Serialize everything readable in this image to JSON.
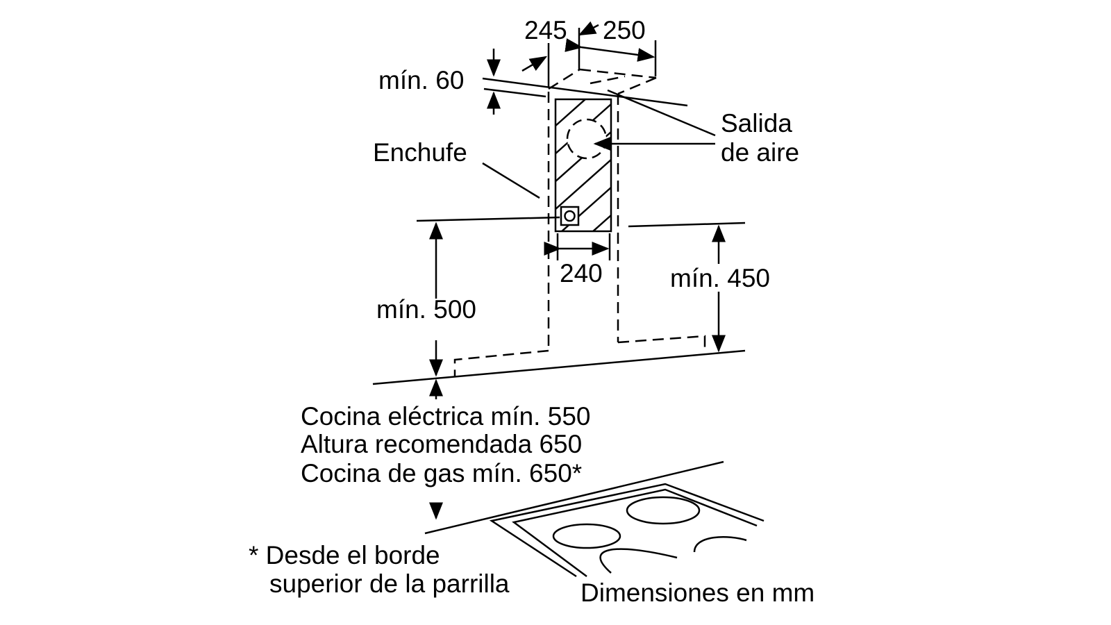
{
  "dimensions": {
    "d245": "245",
    "d250": "250",
    "min60": "mín. 60",
    "d240": "240",
    "min500": "mín. 500",
    "min450": "mín. 450"
  },
  "labels": {
    "enchufe": "Enchufe",
    "salida_1": "Salida",
    "salida_2": "de aire"
  },
  "notes": {
    "line1": "Cocina eléctrica mín. 550",
    "line2": "Altura recomendada 650",
    "line3": "Cocina de gas mín. 650*",
    "footnote_1": "* Desde el borde",
    "footnote_2": "superior de la parrilla",
    "units": "Dimensiones en mm"
  }
}
